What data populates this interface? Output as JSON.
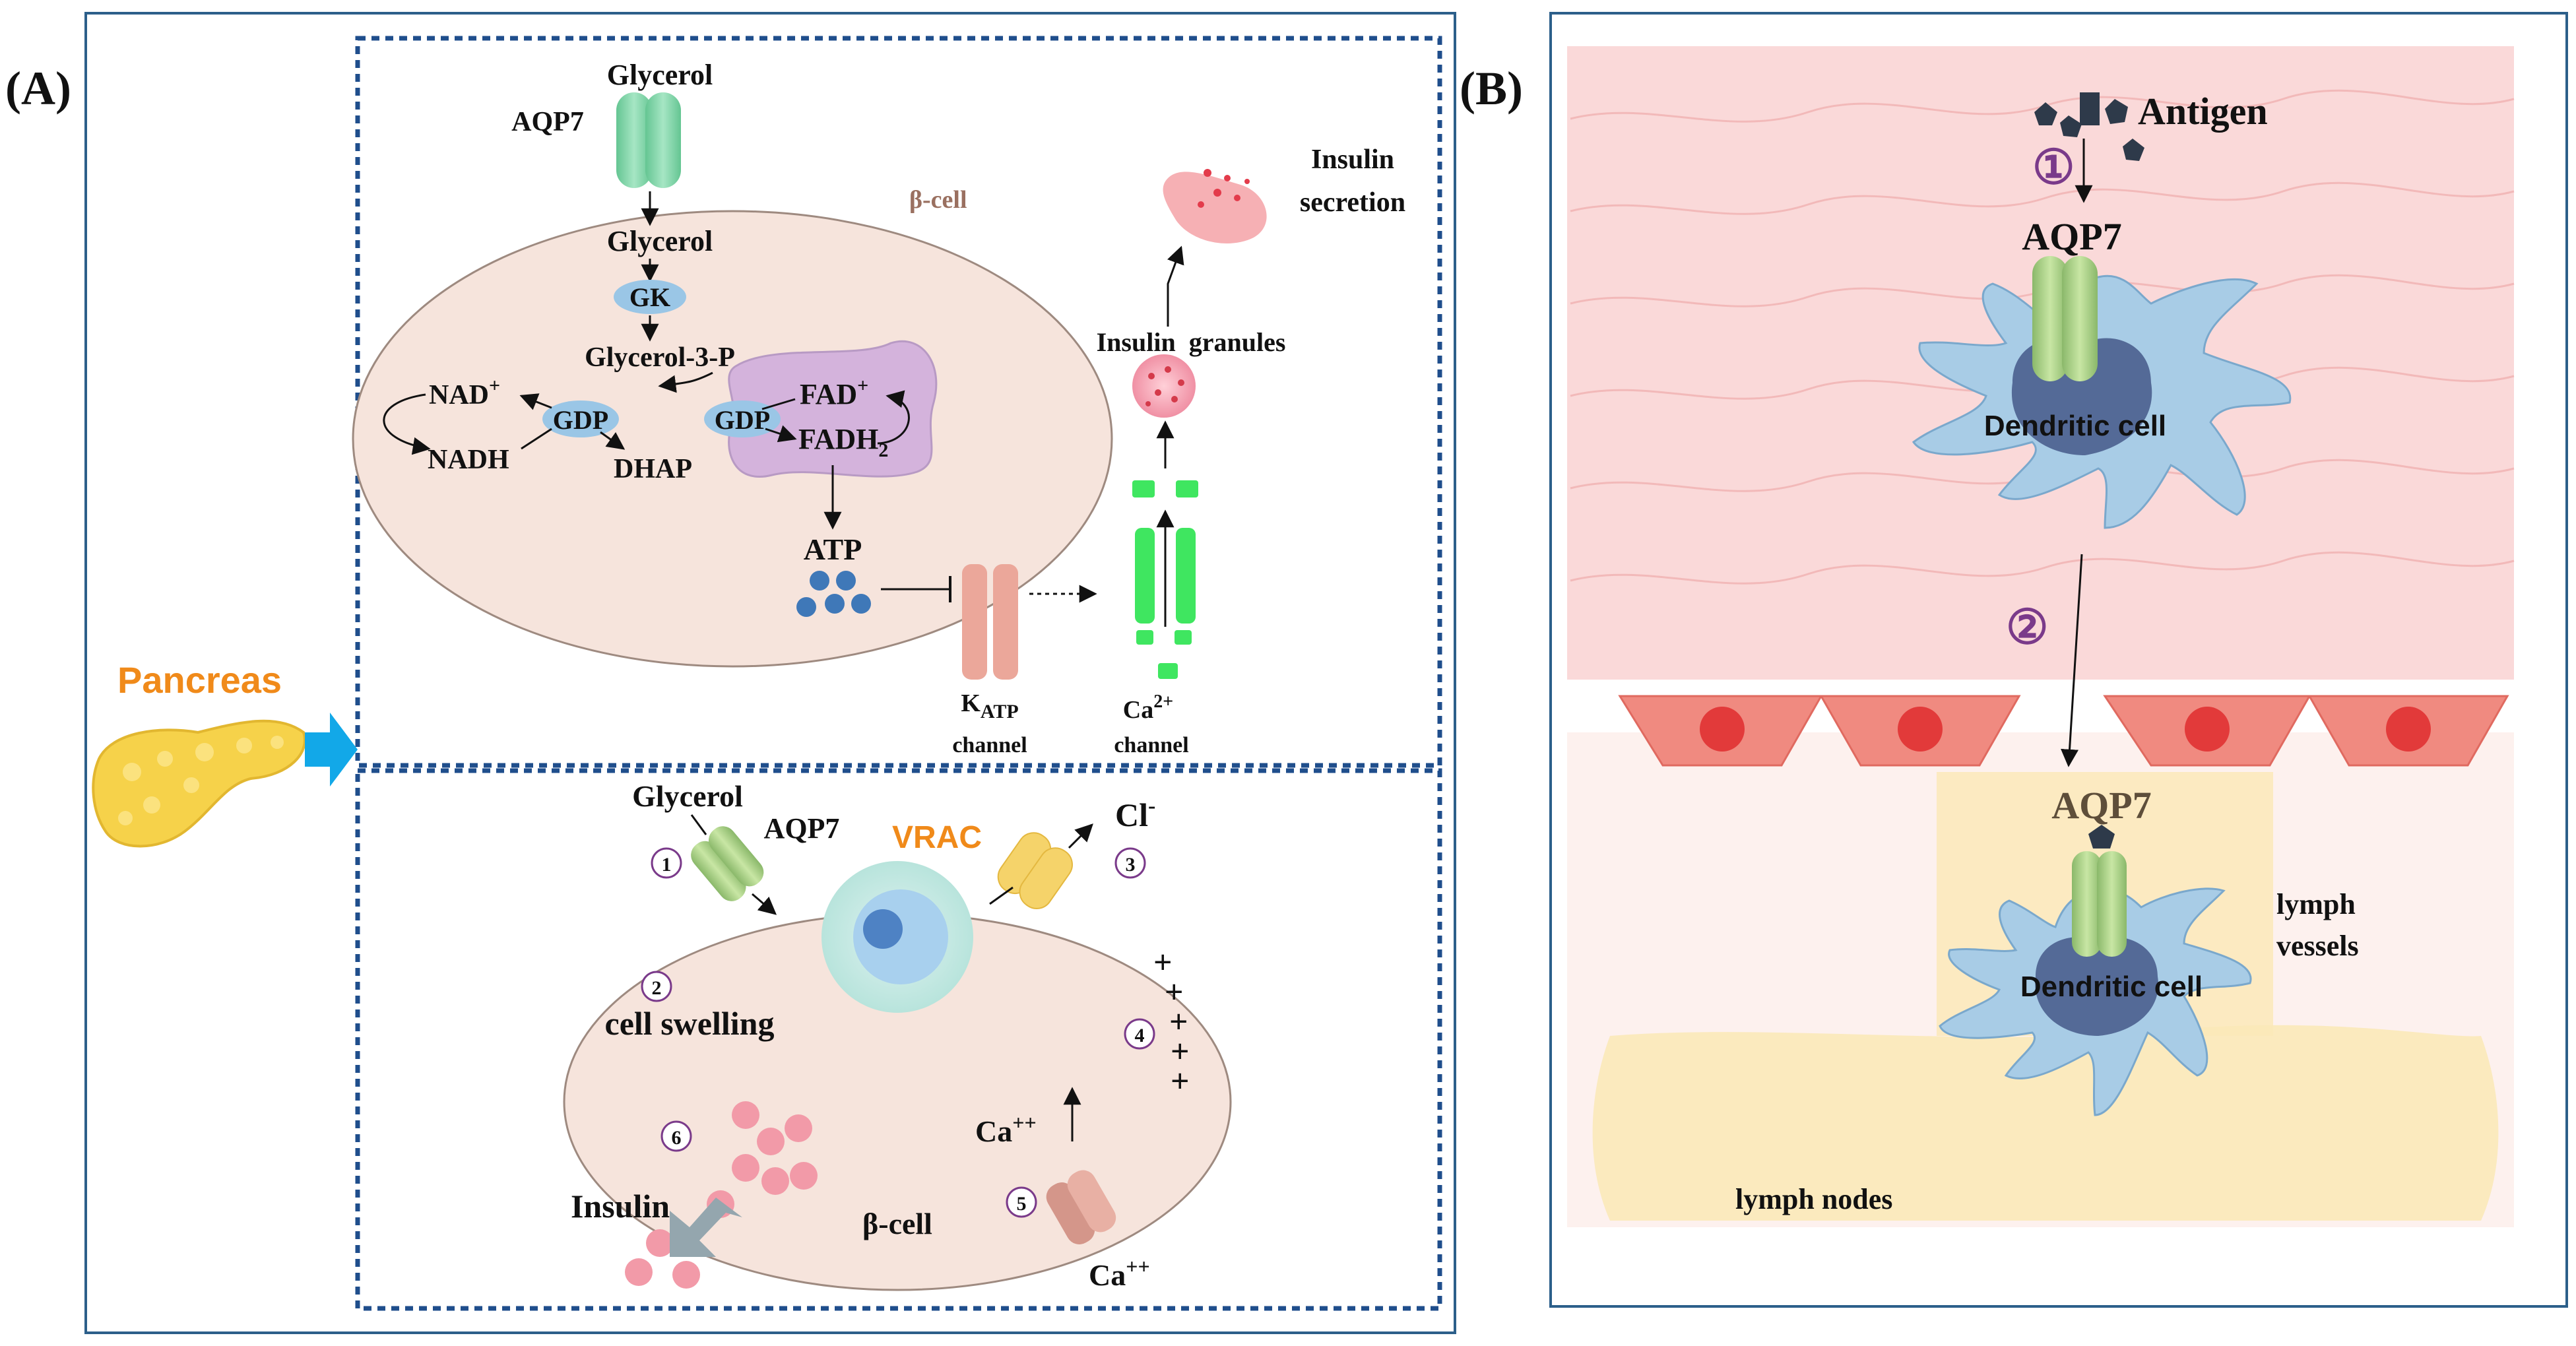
{
  "colors": {
    "panel_border": "#2c5f8a",
    "dashed_border": "#1f4e8c",
    "cell_fill": "#f6e4dc",
    "cell_stroke": "#9e8a80",
    "aqp7_green": "#7fd1a6",
    "vrac_yellow": "#f5d36a",
    "channel_green": "#3fe660",
    "katp_pink": "#eba79a",
    "mito_purple": "#d4b3dc",
    "gdp_blue": "#9ac6e6",
    "atp_blue": "#3f78b8",
    "insulin_pink": "#f29aa8",
    "pancreas_yellow": "#f6d24a",
    "arrow_cyan": "#12a8e8",
    "orange_text": "#f08a1a",
    "purple_marker": "#7a3a8a",
    "tissue_pink": "#f8cccc",
    "endothelial_red": "#f08a80",
    "lymph_yellow": "#fbe9b8",
    "dendritic_blue": "#a8cce6",
    "nucleus_navy": "#4a5f8e",
    "antigen_dark": "#2e3a4a"
  },
  "icons": [
    "aquaporin-channel-icon",
    "enzyme-blob-icon",
    "mitochondrion-icon",
    "atp-dots-icon",
    "katp-channel-icon",
    "calcium-channel-icon",
    "insulin-granule-icon",
    "secretory-vesicle-icon",
    "pancreas-icon",
    "arrow-right-icon",
    "nucleus-icon",
    "vrac-channel-icon",
    "antigen-icon",
    "dendritic-cell-icon",
    "endothelial-cell-icon"
  ],
  "panel_a": {
    "label": "(A)",
    "pancreas": "Pancreas",
    "top": {
      "glycerol_out": "Glycerol",
      "aqp7": "AQP7",
      "glycerol_in": "Glycerol",
      "gk": "GK",
      "glycerol3p": "Glycerol-3-P",
      "gdp": "GDP",
      "nad": "NAD",
      "nadh": "NADH",
      "dhap": "DHAP",
      "fad": "FAD",
      "fadh2": "FADH",
      "fadh2_sub": "2",
      "plus": "+",
      "atp": "ATP",
      "katp_main": "K",
      "katp_sub": "ATP",
      "katp_channel": "channel",
      "ca_main": "Ca",
      "ca_sup": "2+",
      "ca_channel": "channel",
      "cell": "β-cell",
      "insulin_granules": "Insulin  granules",
      "insulin_secretion_1": "Insulin",
      "insulin_secretion_2": "secretion"
    },
    "bottom": {
      "glycerol": "Glycerol",
      "aqp7": "AQP7",
      "vrac": "VRAC",
      "cl": "Cl",
      "cl_sup": "-",
      "cell_swelling": "cell swelling",
      "plus": "+",
      "ca": "Ca",
      "ca_sup": "++",
      "insulin": "Insulin",
      "cell": "β-cell",
      "steps": [
        "1",
        "2",
        "3",
        "4",
        "5",
        "6"
      ]
    }
  },
  "panel_b": {
    "label": "(B)",
    "antigen": "Antigen",
    "step1": "①",
    "step2": "②",
    "aqp7_top": "AQP7",
    "dendritic_top": "Dendritic cell",
    "aqp7_bottom": "AQP7",
    "dendritic_bottom": "Dendritic cell",
    "lymph_vessels_1": "lymph",
    "lymph_vessels_2": "vessels",
    "lymph_nodes": "lymph nodes"
  }
}
